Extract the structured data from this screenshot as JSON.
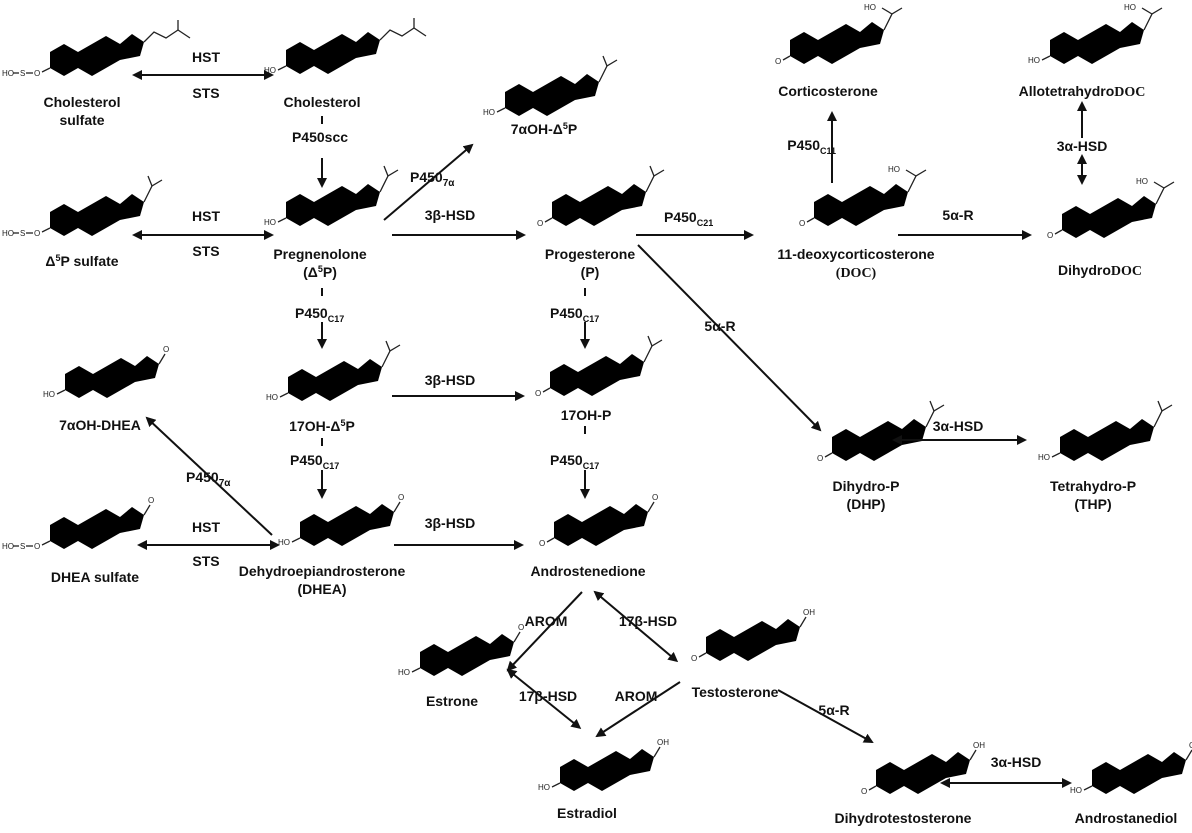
{
  "compounds": {
    "cholesterol_sulfate": [
      "Cholesterol",
      "sulfate"
    ],
    "cholesterol": "Cholesterol",
    "oh7_d5p": "7αOH-Δ5P",
    "corticosterone": "Corticosterone",
    "allotetrahydrodoc": [
      "Allotetrahydro",
      "DOC"
    ],
    "d5p_sulfate": "Δ5P sulfate",
    "pregnenolone": [
      "Pregnenolone",
      "(Δ5P)"
    ],
    "progesterone": [
      "Progesterone",
      "(P)"
    ],
    "deoxycorticosterone": [
      "11-deoxycorticosterone",
      "(DOC)"
    ],
    "dihydrodoc": [
      "Dihydro",
      "DOC"
    ],
    "oh7_dhea": "7αOH-DHEA",
    "oh17_d5p": "17OH-Δ5P",
    "oh17_p": "17OH-P",
    "dihydro_p": [
      "Dihydro-P",
      "(DHP)"
    ],
    "tetrahydro_p": [
      "Tetrahydro-P",
      "(THP)"
    ],
    "dhea_sulfate": "DHEA sulfate",
    "dhea": [
      "Dehydroepiandrosterone",
      "(DHEA)"
    ],
    "androstenedione": "Androstenedione",
    "estrone": "Estrone",
    "testosterone": "Testosterone",
    "estradiol": "Estradiol",
    "dihydrotestosterone": "Dihydrotestosterone",
    "androstanediol": "Androstanediol"
  },
  "enzymes": {
    "hst": "HST",
    "sts": "STS",
    "p450scc": "P450scc",
    "p450_7a_main": "P450",
    "p450_7a_sub": "7α",
    "hsd3b": "3β-HSD",
    "p450_c21_main": "P450",
    "p450_c21_sub": "C21",
    "p450_c11_main": "P450",
    "p450_c11_sub": "C11",
    "r5a": "5α-R",
    "hsd3a": "3α-HSD",
    "p450_c17_main": "P450",
    "p450_c17_sub": "C17",
    "arom": "AROM",
    "hsd17b": "17β-HSD"
  },
  "atoms": {
    "oh": "OH",
    "ho": "HO",
    "o": "O",
    "h": "H",
    "s": "S"
  }
}
